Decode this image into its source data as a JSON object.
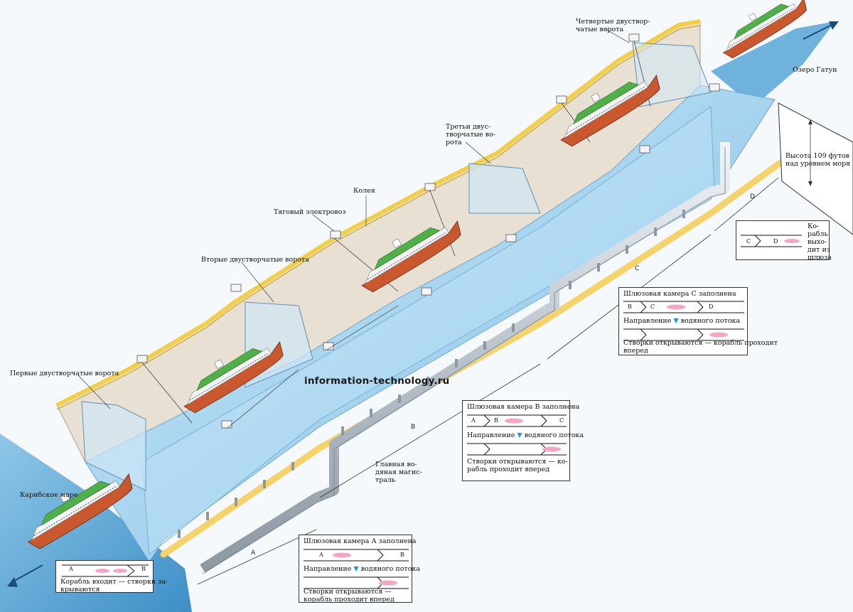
{
  "labels": {
    "gate1": "Первые двустворчатые ворота",
    "gate2": "Вторые двустворчатые ворота",
    "gate3_l1": "Третьи двус-",
    "gate3_l2": "творчатые во-",
    "gate3_l3": "рота",
    "gate4_l1": "Четвертые двуствор-",
    "gate4_l2": "чатые ворота",
    "track": "Колея",
    "locomotive": "Тяговый электровоз",
    "lake": "Озеро Гатун",
    "height_l1": "Высота 109 футов",
    "height_l2": "над уровнем моря",
    "caribbean": "Карибское море",
    "main_l1": "Главная во-",
    "main_l2": "дяная магис-",
    "main_l3": "траль",
    "watermark": "information-technology.ru"
  },
  "dims": {
    "a": "A",
    "b": "B",
    "c": "C",
    "d": "D"
  },
  "insets": {
    "enter": {
      "cap_l1": "Корабль входит — створки за-",
      "cap_l2": "крываются",
      "left": "A",
      "right": "B"
    },
    "chamberA": {
      "title": "Шлюзовая камера А заполнена",
      "flow_left": "Направление",
      "flow_right": "водяного потока",
      "cap_l1": "Створки открываются —",
      "cap_l2": "корабль проходит вперед",
      "left": "A",
      "right": "B"
    },
    "chamberB": {
      "title": "Шлюзовая камера В заполнена",
      "flow_left": "Направление",
      "flow_right": "водяного потока",
      "cap_l1": "Створки открываются — ко-",
      "cap_l2": "рабль проходит вперед",
      "left": "A",
      "mid": "B",
      "right": "C"
    },
    "chamberC": {
      "title": "Шлюзовая камера С заполнена",
      "flow_left": "Направление",
      "flow_right": "водяного потока",
      "cap_l1": "Створки открываются — корабль проходит",
      "cap_l2": "вперед",
      "left": "B",
      "mid": "C",
      "right": "D"
    },
    "exit": {
      "cap_l1": "Ко-",
      "cap_l2": "рабль",
      "cap_l3": "выхо-",
      "cap_l4": "дит из",
      "cap_l5": "шлюза",
      "left": "C",
      "right": "D"
    }
  },
  "colors": {
    "water": "#9fd1ef",
    "wall": "#e8e0d2",
    "track": "#f2cf4a",
    "hull": "#c9582e",
    "deck": "#4fb04a",
    "flow": "#1e9ad6"
  }
}
